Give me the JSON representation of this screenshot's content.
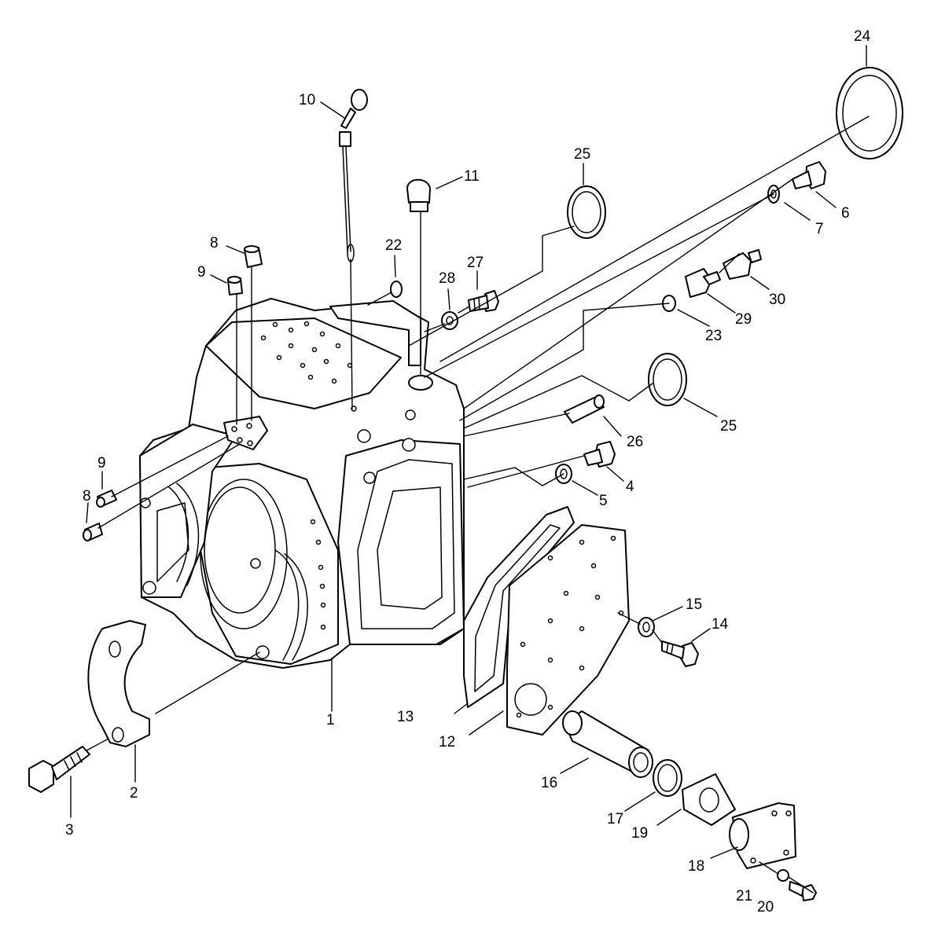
{
  "callouts": [
    "1",
    "2",
    "3",
    "4",
    "5",
    "6",
    "7",
    "8",
    "9",
    "10",
    "11",
    "12",
    "13",
    "14",
    "15",
    "16",
    "17",
    "18",
    "19",
    "20",
    "21",
    "22",
    "23",
    "24",
    "25",
    "26",
    "27",
    "28",
    "29",
    "30"
  ],
  "callout_labels": {
    "c1": "1",
    "c2": "2",
    "c3": "3",
    "c4": "4",
    "c5": "5",
    "c6": "6",
    "c7": "7",
    "c8a": "8",
    "c8b": "8",
    "c9a": "9",
    "c9b": "9",
    "c10": "10",
    "c11": "11",
    "c12": "12",
    "c13": "13",
    "c14": "14",
    "c15": "15",
    "c16": "16",
    "c17": "17",
    "c18": "18",
    "c19": "19",
    "c20": "20",
    "c21": "21",
    "c22": "22",
    "c23": "23",
    "c24": "24",
    "c25a": "25",
    "c25b": "25",
    "c26": "26",
    "c27": "27",
    "c28": "28",
    "c29": "29",
    "c30": "30"
  },
  "colors": {
    "line": "#000000",
    "background": "#ffffff"
  }
}
